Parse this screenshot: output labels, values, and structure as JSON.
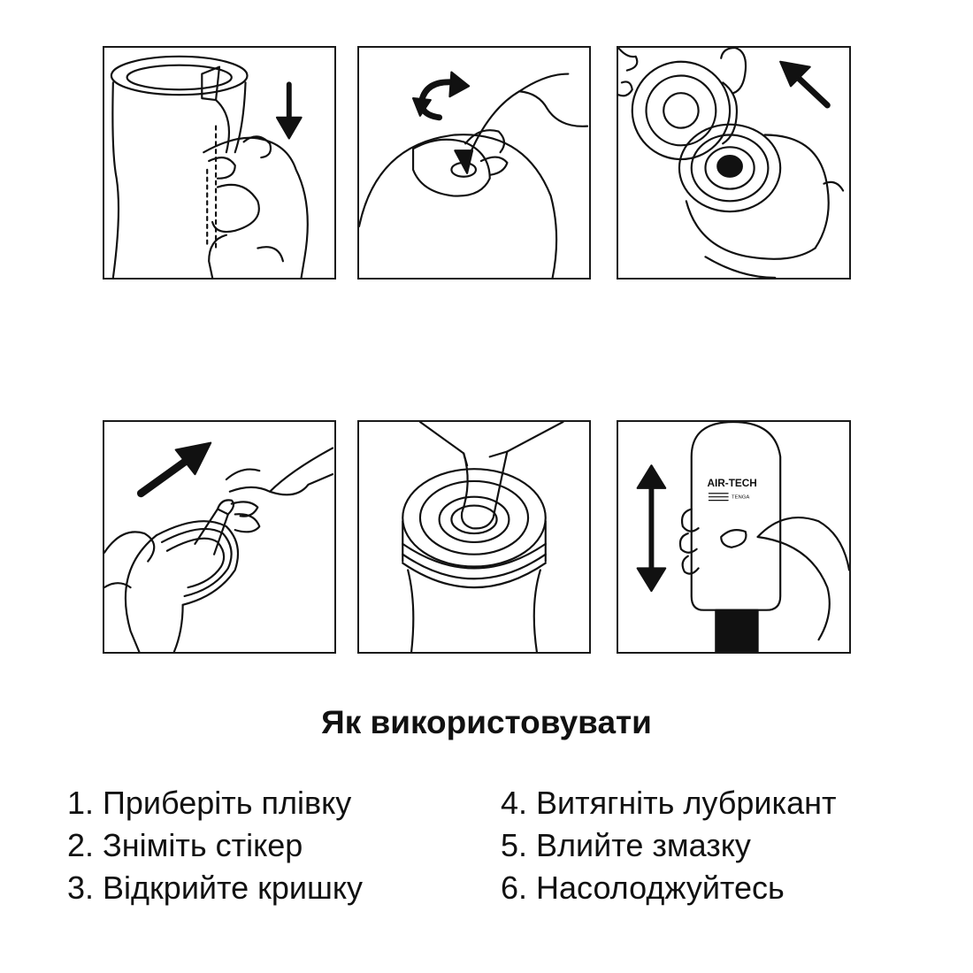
{
  "title": "Як використовувати",
  "steps_left": [
    "1. Приберіть плівку",
    "2. Зніміть стікер",
    "3. Відкрийте кришку"
  ],
  "steps_right": [
    "4. Витягніть лубрикант",
    "5. Влийте змазку",
    "6. Насолоджуйтесь"
  ],
  "logo": {
    "brand": "AIR-TECH",
    "maker": "TENGA"
  },
  "colors": {
    "ink": "#111111",
    "background": "#ffffff"
  },
  "icons": [
    "arrow-down-icon",
    "rotate-arrow-icon",
    "arrow-up-left-icon",
    "arrow-up-right-icon",
    "double-arrow-vertical-icon"
  ]
}
